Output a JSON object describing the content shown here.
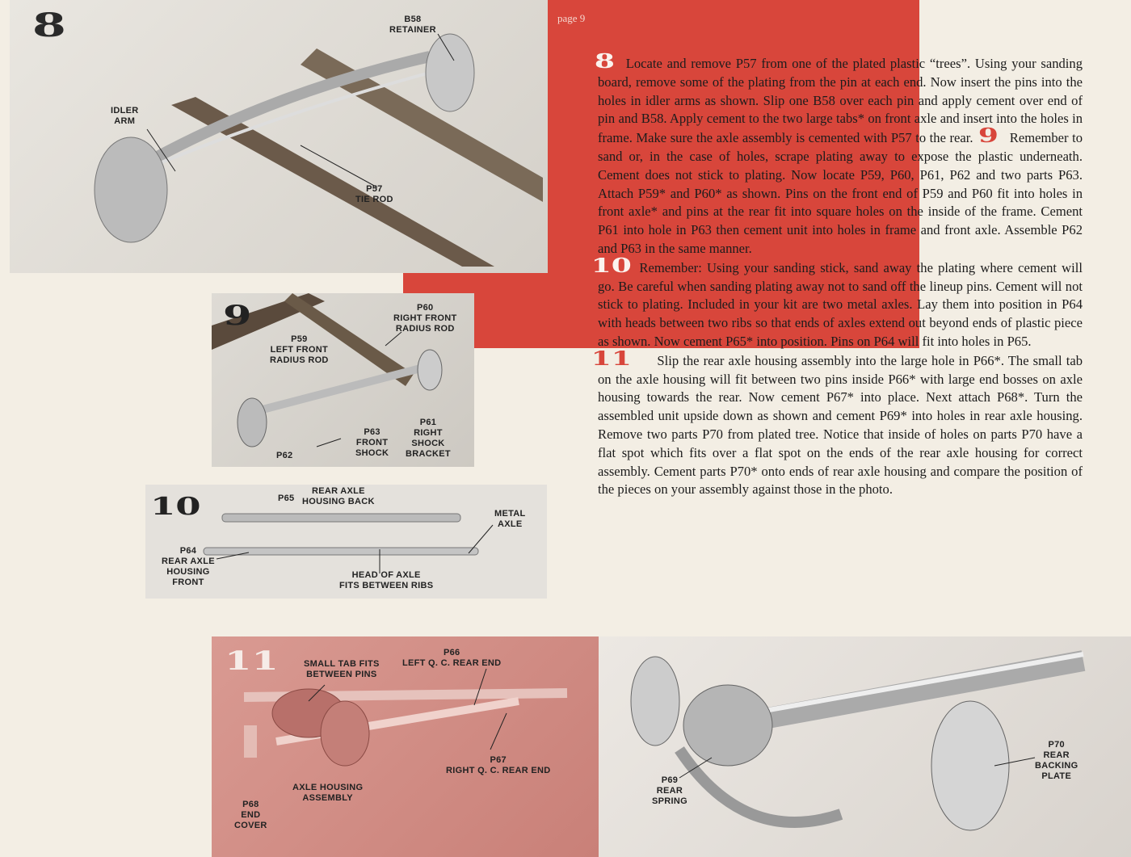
{
  "page_label": "page 9",
  "steps": {
    "s8": {
      "number": "8",
      "text": "Locate and remove P57 from one of the plated plastic “trees”. Using your sanding board, remove some of the plating from the pin at each end. Now insert the pins into the holes in idler arms as shown. Slip one B58 over each pin and apply cement over end of pin and B58. Apply cement to the two large tabs* on front axle and insert into the holes in frame. Make sure the axle assembly is cemented with P57 to the rear."
    },
    "s9": {
      "number": "9",
      "text": "Remember to sand or, in the case of holes, scrape plating away to expose the plastic underneath. Cement does not stick to plating. Now locate P59, P60, P61, P62 and two parts P63. Attach P59* and P60* as shown. Pins on the front end of P59 and P60 fit into holes in front axle* and pins at the rear fit into square holes on the inside of the frame. Cement P61 into hole in P63 then cement unit into holes in frame and front axle. Assemble P62 and P63 in the same manner."
    },
    "s10": {
      "number": "10",
      "text": "Remember: Using your sanding stick, sand away the plating where cement will go. Be careful when sanding plating away not to sand off the lineup pins. Cement will not stick to plating. Included in your kit are two metal axles. Lay them into position in P64 with heads between two ribs so that ends of axles extend out beyond ends of plastic piece as shown. Now cement P65* into position. Pins on P64 will fit into holes in P65."
    },
    "s11": {
      "number": "11",
      "text": "Slip the rear axle housing assembly into the large hole in P66*. The small tab on the axle housing will fit between two pins inside P66* with large end bosses on axle housing towards the rear. Now cement P67* into place. Next attach P68*. Turn the assembled unit upside down as shown and cement P69* into holes in rear axle housing. Remove two parts P70 from plated tree. Notice that inside of holes on parts P70 have a flat spot which fits over a flat spot on the ends of the rear axle housing for correct assembly. Cement parts P70* onto ends of rear axle housing and compare the position of the pieces on your assembly against those in the photo."
    }
  },
  "figures": {
    "f8": {
      "number": "8",
      "labels": [
        "B58\nRETAINER",
        "IDLER\nARM",
        "P57\nTIE ROD"
      ]
    },
    "f9": {
      "number": "9",
      "labels": [
        "P60\nRIGHT FRONT\nRADIUS ROD",
        "P59\nLEFT FRONT\nRADIUS ROD",
        "P63\nFRONT\nSHOCK",
        "P61\nRIGHT\nSHOCK\nBRACKET",
        "P62"
      ]
    },
    "f10": {
      "number": "10",
      "labels": [
        "P65",
        "REAR AXLE\nHOUSING BACK",
        "METAL\nAXLE",
        "P64\nREAR AXLE\nHOUSING\nFRONT",
        "HEAD OF AXLE\nFITS BETWEEN RIBS"
      ]
    },
    "f11": {
      "number": "11",
      "labels": [
        "SMALL TAB FITS\nBETWEEN PINS",
        "P66\nLEFT Q. C. REAR END",
        "P67\nRIGHT Q. C. REAR END",
        "AXLE HOUSING\nASSEMBLY",
        "P68\nEND\nCOVER"
      ]
    },
    "f11b": {
      "labels": [
        "P69\nREAR\nSPRING",
        "P70\nREAR\nBACKING\nPLATE"
      ]
    }
  },
  "colors": {
    "accent_red": "#d8463b",
    "paper": "#f3eee4",
    "pink_photo": "#d08a82"
  }
}
